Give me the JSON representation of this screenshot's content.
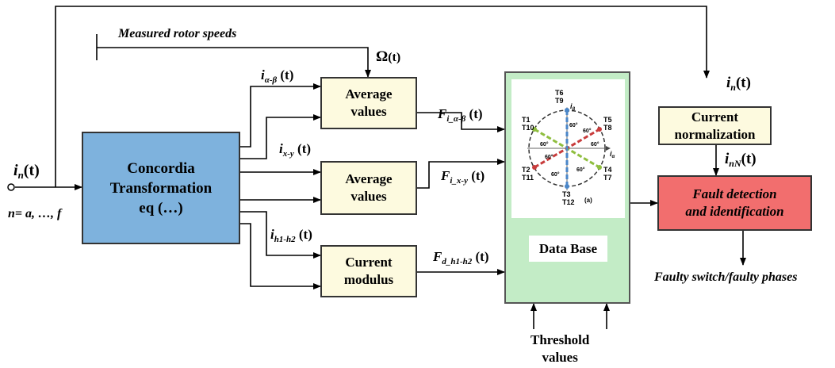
{
  "blocks": {
    "concordia": "Concordia\nTransformation\neq (…)",
    "average1": "Average\nvalues",
    "average2": "Average\nvalues",
    "current_modulus": "Current\nmodulus",
    "current_normalization": "Current\nnormalization",
    "fault_detection": "Fault detection\nand identification",
    "database": "Data Base"
  },
  "labels": {
    "measured_rotor_speeds": "Measured rotor speeds",
    "omega": "Ω",
    "omega_t": "(t)",
    "input_main": "i",
    "input_sub": "n",
    "input_t": "(t)",
    "n_range": "n= a, …, f",
    "i_ab_main": "i",
    "i_ab_sub": "α-β",
    "i_ab_t": "(t)",
    "i_xy_main": "i",
    "i_xy_sub": "x-y",
    "i_xy_t": "(t)",
    "i_h_main": "i",
    "i_h_sub": "h1-h2",
    "i_h_t": "(t)",
    "f_ab_main": "F",
    "f_ab_sub": "i_α-β",
    "f_ab_t": "(t)",
    "f_xy_main": "F",
    "f_xy_sub": "i_x-y",
    "f_xy_t": "(t)",
    "f_h_main": "F",
    "f_h_sub": "d_h1-h2",
    "f_h_t": "(t)",
    "in_top_main": "i",
    "in_top_sub": "n",
    "in_top_t": "(t)",
    "inN_main": "i",
    "inN_sub": "nN",
    "inN_t": "(t)",
    "faulty_output": "Faulty switch/faulty phases",
    "threshold": "Threshold\nvalues"
  },
  "inset": {
    "axis_beta": "i",
    "axis_beta_sub": "β",
    "axis_alpha": "i",
    "axis_alpha_sub": "α",
    "t1": "T1",
    "t10": "T10",
    "t6": "T6",
    "t9": "T9",
    "t5": "T5",
    "t8": "T8",
    "t4": "T4",
    "t7": "T7",
    "t3": "T3",
    "t12": "T12",
    "t2": "T2",
    "t11": "T11",
    "angle": "60°",
    "caption": "(a)",
    "colors": {
      "green": "#8fbe3f",
      "red": "#c83c3c",
      "blue": "#4a86c8",
      "circle": "#333333"
    }
  }
}
